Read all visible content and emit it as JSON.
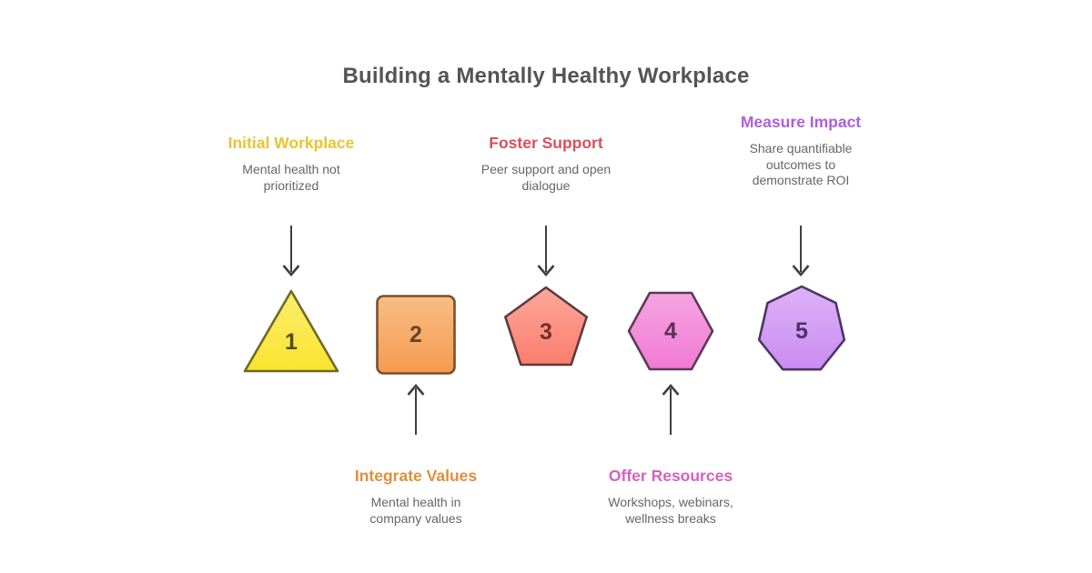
{
  "title": "Building a Mentally Healthy Workplace",
  "colors": {
    "background": "#FFFFFF",
    "title_text": "#545456",
    "subtitle_text": "#666668",
    "arrow": "#3F3F41"
  },
  "steps": [
    {
      "number": "1",
      "title": "Initial Workplace",
      "description": "Mental health not prioritized",
      "shape": "triangle",
      "colors": {
        "title": "#E9C431",
        "fill": "#F9E42F",
        "fill_light": "#FBEE6E",
        "stroke": "#6F6A25",
        "number": "#4F4B22"
      }
    },
    {
      "number": "2",
      "title": "Integrate Values",
      "description": "Mental health in company values",
      "shape": "square",
      "colors": {
        "title": "#DE8F3D",
        "fill": "#F49B50",
        "fill_light": "#F8BD85",
        "stroke": "#7A4F2A",
        "number": "#6B4423"
      }
    },
    {
      "number": "3",
      "title": "Foster Support",
      "description": "Peer support and open dialogue",
      "shape": "pentagon",
      "colors": {
        "title": "#D94F5C",
        "fill": "#FA7E6E",
        "fill_light": "#FCA89B",
        "stroke": "#5C3A3E",
        "number": "#73302E"
      }
    },
    {
      "number": "4",
      "title": "Offer Resources",
      "description": "Workshops, webinars, wellness breaks",
      "shape": "hexagon",
      "colors": {
        "title": "#D562BD",
        "fill": "#F07AD2",
        "fill_light": "#F5A5E2",
        "stroke": "#5C3A57",
        "number": "#5C3158"
      }
    },
    {
      "number": "5",
      "title": "Measure Impact",
      "description": "Share quantifiable outcomes to demonstrate ROI",
      "shape": "heptagon",
      "colors": {
        "title": "#AE5FDC",
        "fill": "#C98CF0",
        "fill_light": "#DCB2F7",
        "stroke": "#4F3563",
        "number": "#4F2F6B"
      }
    }
  ]
}
